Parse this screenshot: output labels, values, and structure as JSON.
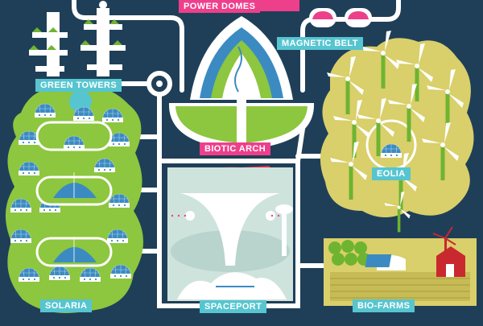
{
  "labels": {
    "power_domes": "POWER DOMES",
    "magnetic_belt": "MAGNETIC BELT",
    "green_towers": "GREEN TOWERS",
    "biotic_arch": "BIOTIC ARCH",
    "eolia": "EOLIA",
    "solaria": "SOLARIA",
    "spaceport": "SPACEPORT",
    "bio_farms": "BIO-FARMS"
  },
  "colors": {
    "background": "#1f3f58",
    "road": "#ffffff",
    "green_district": "#8dc63f",
    "yellow_district": "#d9cf6b",
    "pink_label": "#ee3f8b",
    "cyan_label": "#56c5d0",
    "dome_blue": "#3b8bc2",
    "turbine_green": "#6eb430",
    "spaceport_teal": "#cfe3dd"
  },
  "icons": [
    "dome-icon",
    "tower-icon",
    "wind-turbine-icon",
    "spaceship-icon",
    "maglev-train-icon",
    "arch-icon",
    "barn-icon",
    "solar-panel-icon"
  ]
}
